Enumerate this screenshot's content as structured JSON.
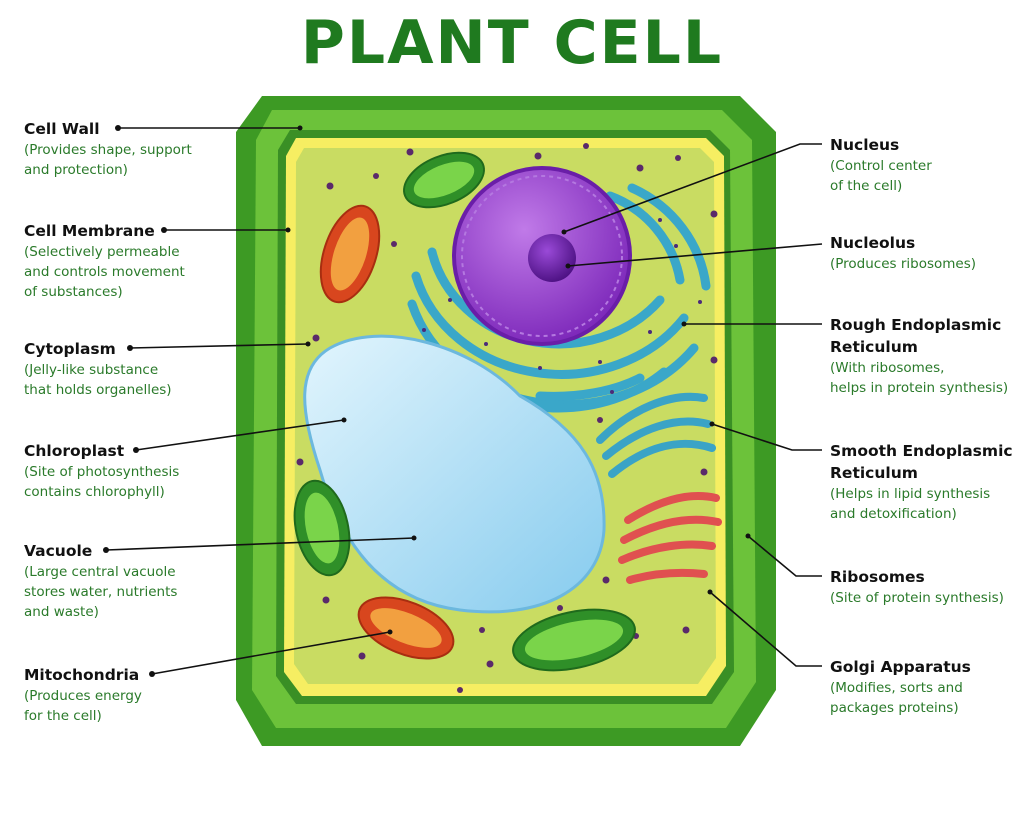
{
  "title": "PLANT CELL",
  "colors": {
    "title": "#1f7a1f",
    "cell_wall": "#4caf2e",
    "cell_membrane": "#f4ec60",
    "cytoplasm": "#c9dc62",
    "nucleus": "#8b34c9",
    "nucleolus": "#5a1794",
    "rough_er": "#36a9c9",
    "smooth_er": "#3fa6c8",
    "vacuole": "#9ed8f2",
    "chloroplast": "#3aa632",
    "mitochondria": "#e04a1f",
    "golgi": "#e05050",
    "ribosome": "#5a2a6a",
    "description": "#2a7a2a"
  },
  "labels": {
    "cell_wall": {
      "name": "Cell Wall",
      "desc": "(Provides shape, support\nand protection)"
    },
    "cell_membrane": {
      "name": "Cell Membrane",
      "desc": "(Selectively permeable\nand controls movement\nof substances)"
    },
    "cytoplasm": {
      "name": "Cytoplasm",
      "desc": "(Jelly-like substance\nthat holds organelles)"
    },
    "chloroplast": {
      "name": "Chloroplast",
      "desc": "(Site of photosynthesis\ncontains chlorophyll)"
    },
    "vacuole": {
      "name": "Vacuole",
      "desc": "(Large central vacuole\nstores water, nutrients\nand waste)"
    },
    "mitochondria": {
      "name": "Mitochondria",
      "desc": "(Produces energy\nfor the cell)"
    },
    "nucleus": {
      "name": "Nucleus",
      "desc": "(Control center\nof the cell)"
    },
    "nucleolus": {
      "name": "Nucleolus",
      "desc": "(Produces ribosomes)"
    },
    "rough_er": {
      "name": "Rough Endoplasmic\nReticulum",
      "desc": "(With ribosomes,\nhelps in protein synthesis)"
    },
    "smooth_er": {
      "name": "Smooth Endoplasmic\nReticulum",
      "desc": "(Helps in lipid synthesis\nand detoxification)"
    },
    "ribosomes": {
      "name": "Ribosomes",
      "desc": "(Site of protein synthesis)"
    },
    "golgi": {
      "name": "Golgi Apparatus",
      "desc": "(Modifies, sorts and\npackages proteins)"
    }
  }
}
